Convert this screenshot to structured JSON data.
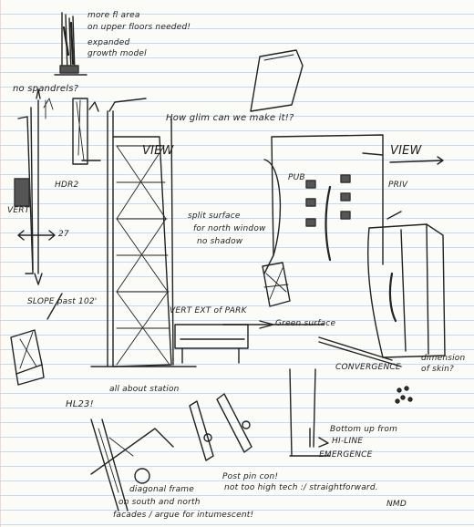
{
  "notes": {
    "more_floor_area": "more fl area",
    "upper_floors": "on upper floors needed!",
    "expanded": "expanded",
    "growth_model": "growth model",
    "no_spandrels": "no spandrels?",
    "how_glim": "How glim can we make it!?",
    "view_left": "VIEW",
    "view_right": "VIEW",
    "pub": "PUB",
    "priv": "PRIV",
    "hdr2": "HDR2",
    "vert": "VERT",
    "num_27": "27",
    "split_surface": "split surface",
    "for_north_window": "for north window",
    "no_shadow": "no shadow",
    "slope_past": "SLOPE past 102'",
    "vert_ext_park": "VERT EXT of PARK",
    "green_surface": "Green surface",
    "convergence": "CONVERGENCE",
    "dimension_of": "dimension",
    "of_skin": "of skin?",
    "all_about_station": "all about station",
    "hl23": "HL23!",
    "bottom_up": "Bottom up from",
    "hi_line": "HI-LINE",
    "emergence": "EMERGENCE",
    "diagonal_frame": "diagonal frame",
    "on_south_north": "on south and north",
    "facades": "facades / argue for intumescent!",
    "post_pin": "Post pin con!",
    "not_too_high_tech": "not too high tech :/ straightforward.",
    "initials": "NMD"
  }
}
